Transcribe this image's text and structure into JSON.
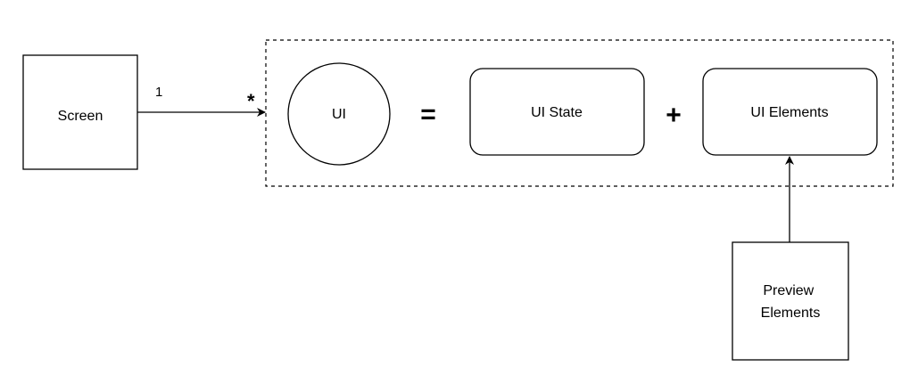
{
  "nodes": {
    "screen": {
      "label": "Screen"
    },
    "ui": {
      "label": "UI"
    },
    "ui_state": {
      "label": "UI State"
    },
    "ui_elements": {
      "label": "UI Elements"
    },
    "preview_elements": {
      "label_line1": "Preview",
      "label_line2": "Elements"
    }
  },
  "edges": {
    "screen_to_ui": {
      "source_multiplicity": "1",
      "target_multiplicity": "*"
    }
  },
  "operators": {
    "equals": "=",
    "plus": "+"
  },
  "colors": {
    "stroke": "#000000",
    "fill": "#ffffff",
    "background": "#ffffff"
  }
}
